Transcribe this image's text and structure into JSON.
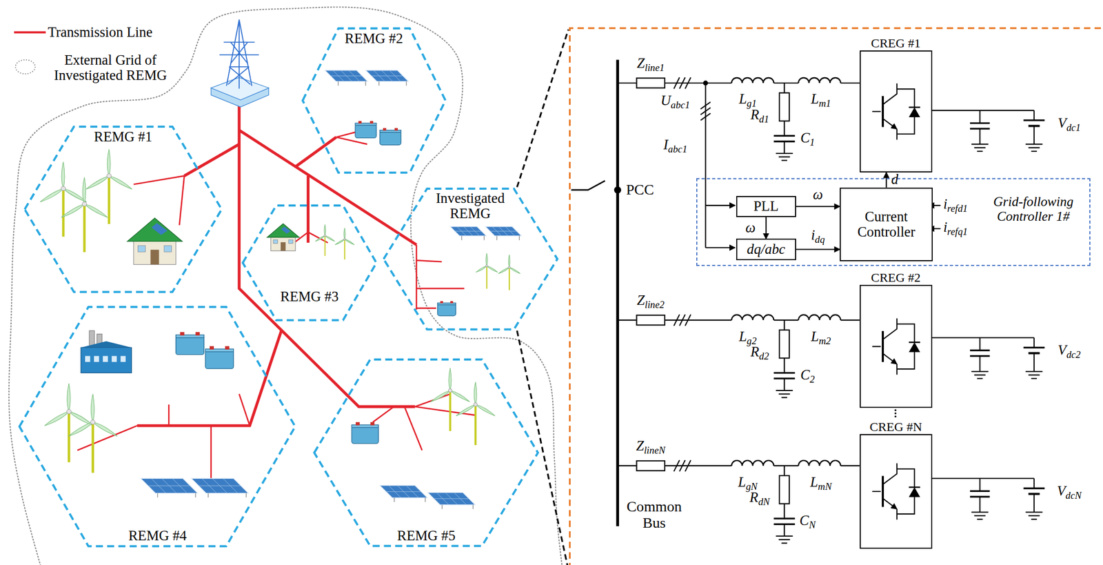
{
  "diagram": {
    "nodes": [
      {
        "text": [
          "REMG #1"
        ]
      },
      {
        "text": [
          "REMG #2"
        ]
      },
      {
        "text": [
          "REMG #3"
        ]
      },
      {
        "text": [
          "Investigated REMG"
        ]
      },
      {
        "text": [
          "REMG #4"
        ]
      },
      {
        "text": [
          "REMG #5"
        ]
      },
      {
        "text": [
          "CREG #1"
        ]
      },
      {
        "text": [
          "Grid-following Controller 1#"
        ]
      },
      {
        "text": [
          "PLL"
        ],
        "in": 7
      },
      {
        "text": [
          "Current Controller"
        ],
        "in": 7
      },
      {
        "text": [
          "dq/abc"
        ],
        "in": 7
      },
      {
        "text": [
          "CREG #2"
        ]
      },
      {
        "text": [
          "CREG #N"
        ]
      }
    ],
    "edges": [
      {
        "from": 8,
        "to": 9,
        "arrow": "to",
        "label": "ω"
      },
      {
        "from": 8,
        "to": 10,
        "arrow": "to",
        "label": "ω"
      },
      {
        "from": 10,
        "to": 9,
        "arrow": "to",
        "label": "idq"
      },
      {
        "from": 9,
        "to": 6,
        "arrow": "to",
        "label": "d"
      }
    ],
    "labels": [
      "Zline1",
      "Uabc1",
      "Iabc1",
      "Lg1",
      "Lm1",
      "Rd1",
      "C1",
      "Vdc1",
      "PCC",
      "irefd1",
      "irefq1",
      "Zline2",
      "Lg2",
      "Lm2",
      "Rd2",
      "C2",
      "Vdc2",
      "ZlineN",
      "LgN",
      "LmN",
      "RdN",
      "CN",
      "VdcN",
      "Common Bus"
    ],
    "legend": [
      {
        "text": "Transmission Line"
      },
      {
        "text": "External Grid of Investigated REMG"
      }
    ]
  }
}
